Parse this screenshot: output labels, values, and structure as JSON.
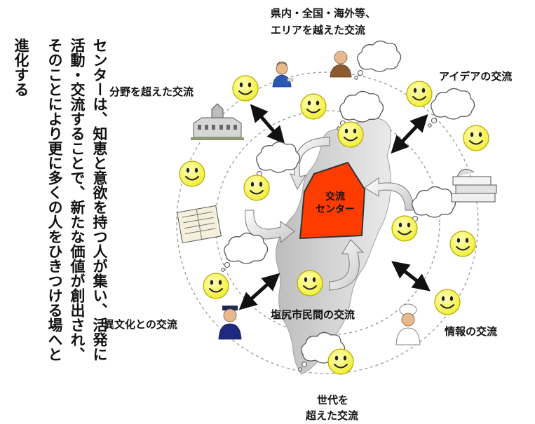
{
  "vertical_text": {
    "line1": "センターは、知恵と意欲を持つ人が集い、活発に",
    "line2": "活動・交流することで、新たな価値が創出され、",
    "line3": "そのことにより更に多くの人をひきつける場へと",
    "line4": "進化する"
  },
  "center": {
    "line1": "交流",
    "line2": "センター"
  },
  "labels": {
    "top_line1": "県内・全国・海外等、",
    "top_line2": "エリアを越えた交流",
    "field": "分野を超えた交流",
    "idea": "アイデアの交流",
    "culture": "異文化との交流",
    "citizens": "塩尻市民間の交流",
    "info": "情報の交流",
    "generation_line1": "世代を",
    "generation_line2": "超えた交流"
  },
  "colors": {
    "center_fill": "#ff3c00",
    "smiley": "#ffff66",
    "map": "#c8c8c8",
    "dashed": "#999999"
  }
}
